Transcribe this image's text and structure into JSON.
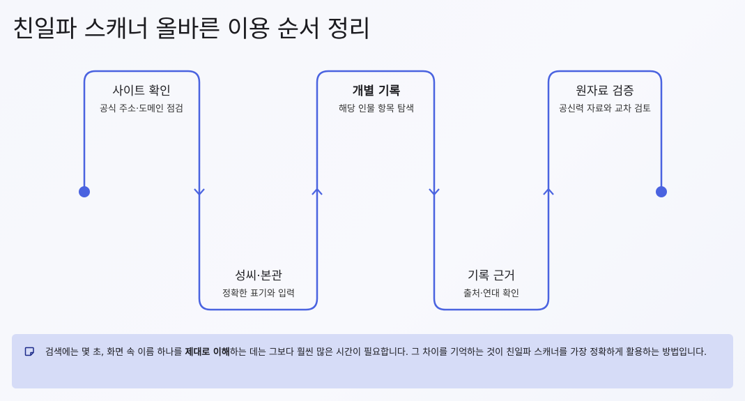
{
  "page": {
    "title": "친일파 스캐너 올바른 이용 순서 정리"
  },
  "steps": [
    {
      "title": "사이트 확인",
      "desc": "공식 주소·도메인 점검"
    },
    {
      "title": "성씨·본관",
      "desc": "정확한 표기와 입력"
    },
    {
      "title": "개별 기록",
      "desc": "해당 인물 항목 탐색"
    },
    {
      "title": "기록 근거",
      "desc": "출처·연대 확인"
    },
    {
      "title": "원자료 검증",
      "desc": "공신력 자료와 교차 검토"
    }
  ],
  "note": {
    "icon": "note-icon",
    "text_before": "검색에는 몇 초, 화면 속 이름 하나를 ",
    "text_bold": "제대로 이해",
    "text_after": "하는 데는 그보다 훨씬 많은 시간이 필요합니다. 그 차이를 기억하는 것이 친일파 스캐너를 가장 정확하게 활용하는 방법입니다."
  },
  "colors": {
    "accent": "#4a63e0",
    "note_bg": "#d6dcf7"
  }
}
